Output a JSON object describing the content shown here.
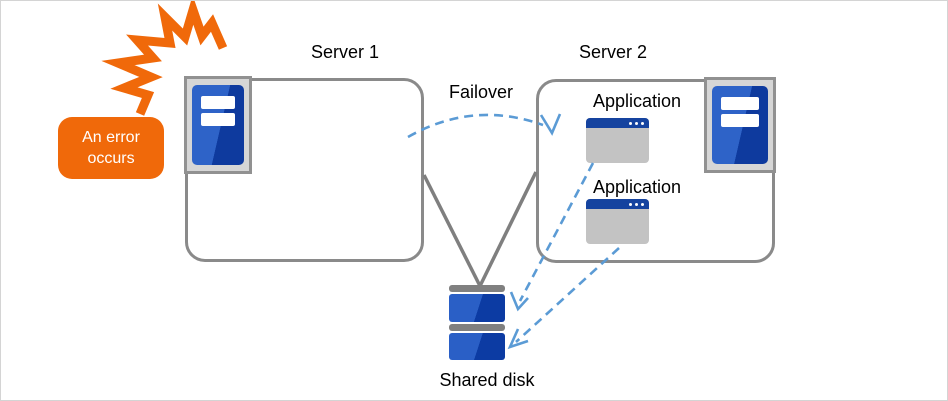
{
  "callout": {
    "text": "An error occurs"
  },
  "nodes": {
    "server1": {
      "label": "Server 1"
    },
    "server2": {
      "label": "Server 2"
    },
    "applications": [
      {
        "label": "Application"
      },
      {
        "label": "Application"
      }
    ],
    "shared_disk": {
      "label": "Shared disk"
    }
  },
  "edges": {
    "failover": {
      "label": "Failover",
      "from": "server1",
      "to": "server2",
      "style": "dashed-blue-arc"
    },
    "server1_disk": {
      "from": "server1",
      "to": "shared_disk",
      "style": "solid-grey"
    },
    "server2_disk": {
      "from": "server2",
      "to": "shared_disk",
      "style": "solid-grey"
    },
    "app1_disk": {
      "from": "application-1",
      "to": "shared_disk",
      "style": "dashed-blue-arrow"
    },
    "app2_disk": {
      "from": "application-2",
      "to": "shared_disk",
      "style": "dashed-blue-arrow"
    }
  },
  "icons": {
    "flash": "error-flash-icon",
    "server_tower": "server-tower-icon",
    "app_window": "application-window-icon",
    "disk": "shared-disk-icon"
  },
  "colors": {
    "orange": "#f0690a",
    "box_border": "#8a8a8a",
    "connector_grey": "#7f7f7f",
    "dash_blue": "#5b9bd5",
    "server_blue_light": "#2e63c8",
    "server_blue_dark": "#0e3a9e",
    "titlebar_blue": "#15439f",
    "window_grey": "#c3c3c3",
    "bezel_grey": "#d6d6d6",
    "text": "#000000"
  }
}
